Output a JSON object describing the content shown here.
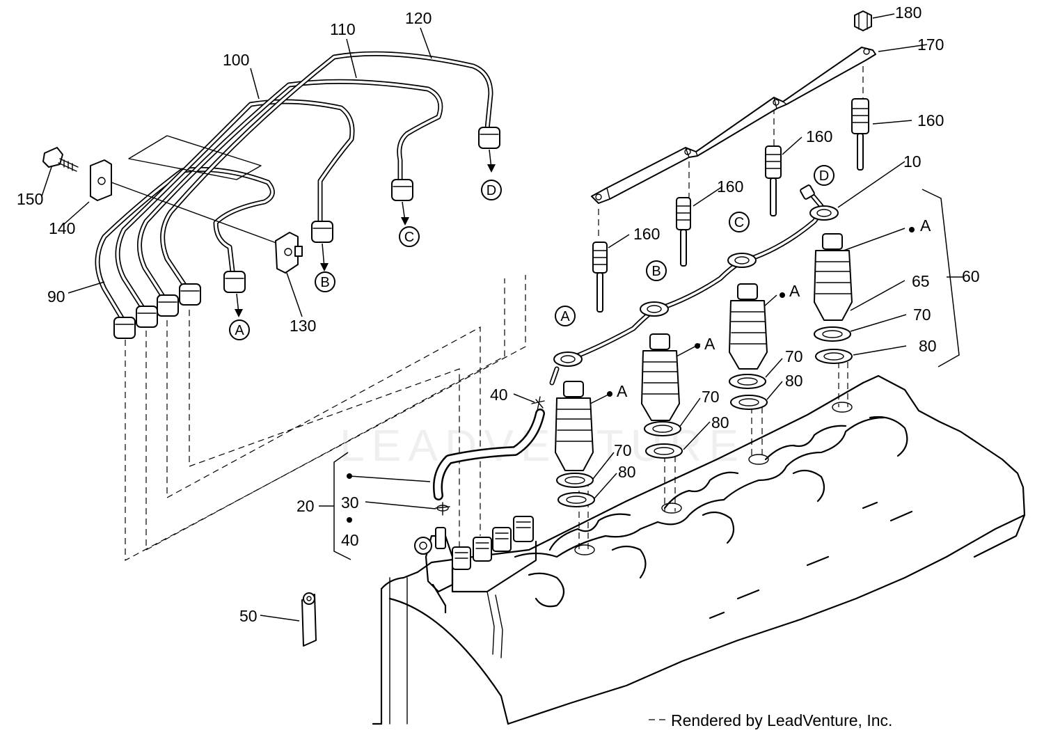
{
  "watermark": "LEADVENTURE",
  "footer": "Rendered by LeadVenture, Inc.",
  "callouts": {
    "c10": "10",
    "c20": "20",
    "c30": "30",
    "c40a": "40",
    "c40b": "40",
    "c50": "50",
    "c60": "60",
    "c65": "65",
    "c70a": "70",
    "c70b": "70",
    "c70c": "70",
    "c70d": "70",
    "c80a": "80",
    "c80b": "80",
    "c80c": "80",
    "c80d": "80",
    "c90": "90",
    "c100": "100",
    "c110": "110",
    "c120": "120",
    "c130": "130",
    "c140": "140",
    "c150": "150",
    "c160a": "160",
    "c160b": "160",
    "c160c": "160",
    "c160d": "160",
    "c170": "170",
    "c180": "180"
  },
  "pipe_end_markers": [
    "A",
    "B",
    "C",
    "D"
  ],
  "return_pipe_markers": [
    "A",
    "B",
    "C",
    "D"
  ],
  "injector_marks": [
    "A",
    "A",
    "A",
    "A"
  ]
}
